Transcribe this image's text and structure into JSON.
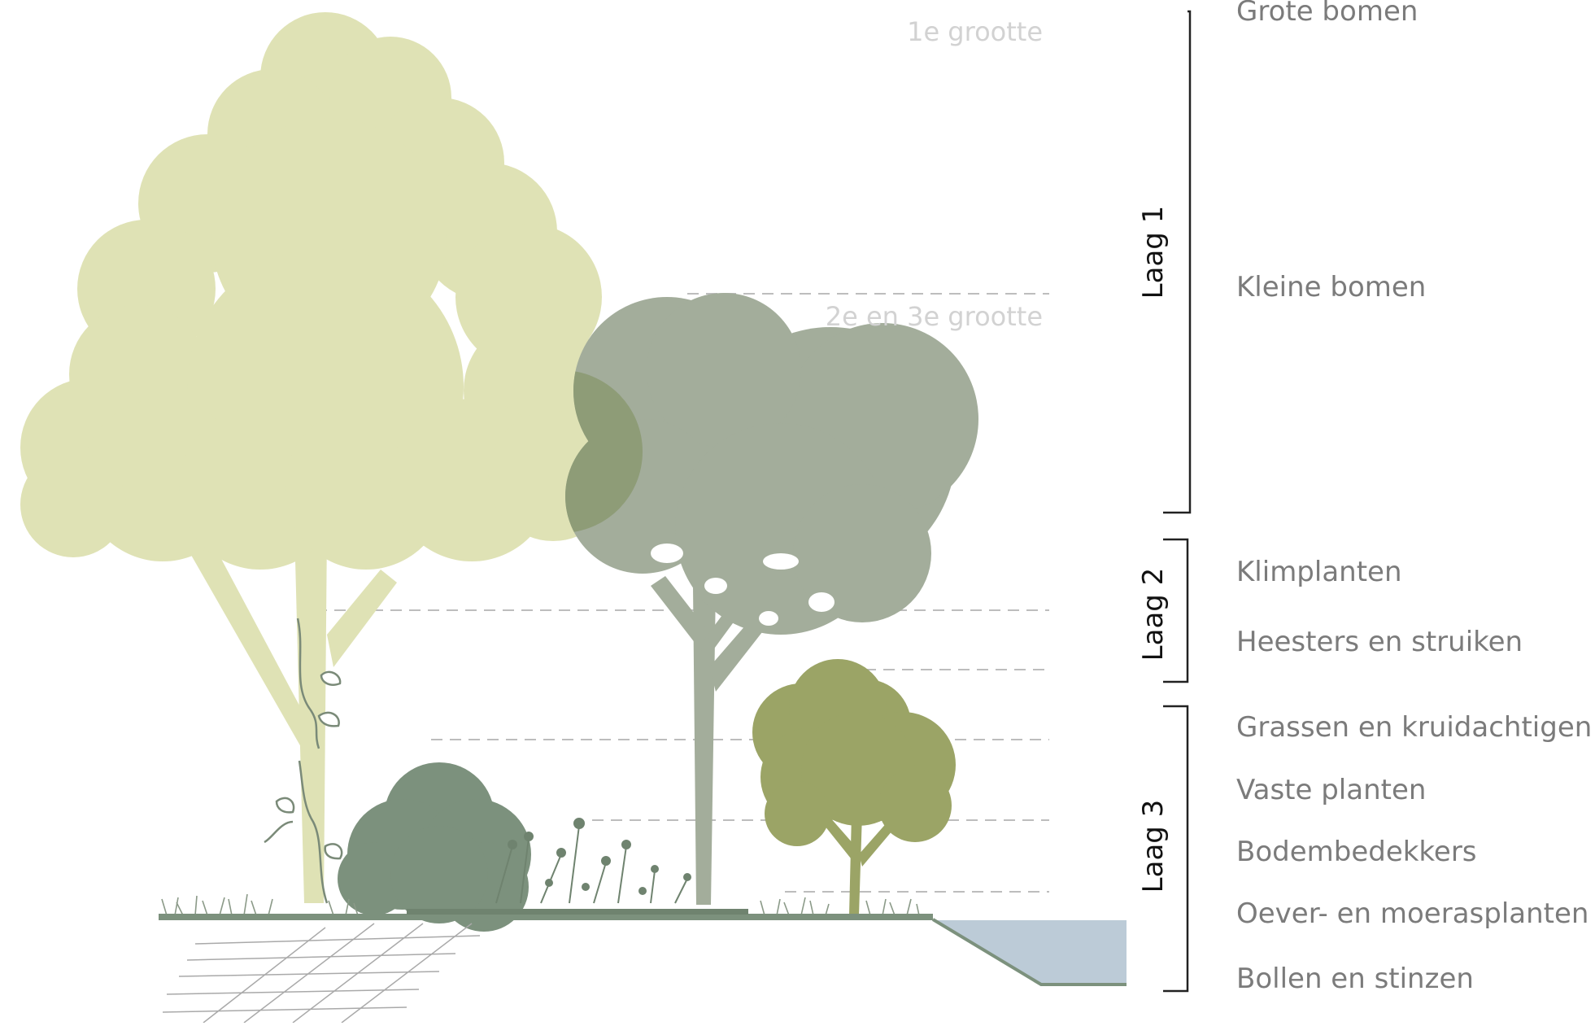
{
  "height_labels": {
    "first": "1e grootte",
    "second": "2e en 3e grootte"
  },
  "layers": [
    {
      "label": "Laag 1",
      "categories": [
        "Grote bomen",
        "Kleine bomen"
      ]
    },
    {
      "label": "Laag 2",
      "categories": [
        "Klimplanten",
        "Heesters en struiken"
      ]
    },
    {
      "label": "Laag 3",
      "categories": [
        "Grassen en kruidachtigen",
        "Vaste planten",
        "Bodembedekkers",
        "Oever- en moerasplanten",
        "Bollen en stinzen"
      ]
    }
  ],
  "colors": {
    "large_tree": "#dfe2b5",
    "small_tree": "#a3ad9b",
    "overlap": "#8e9c77",
    "shrub_olive": "#9ba466",
    "shrub_dark": "#7c917d",
    "ground": "#7c917d",
    "water": "#bccbd7",
    "dash": "#bdbdbd",
    "label_text": "#7b7b7b",
    "height_text": "#d2d2d2",
    "bracket": "#222222"
  }
}
